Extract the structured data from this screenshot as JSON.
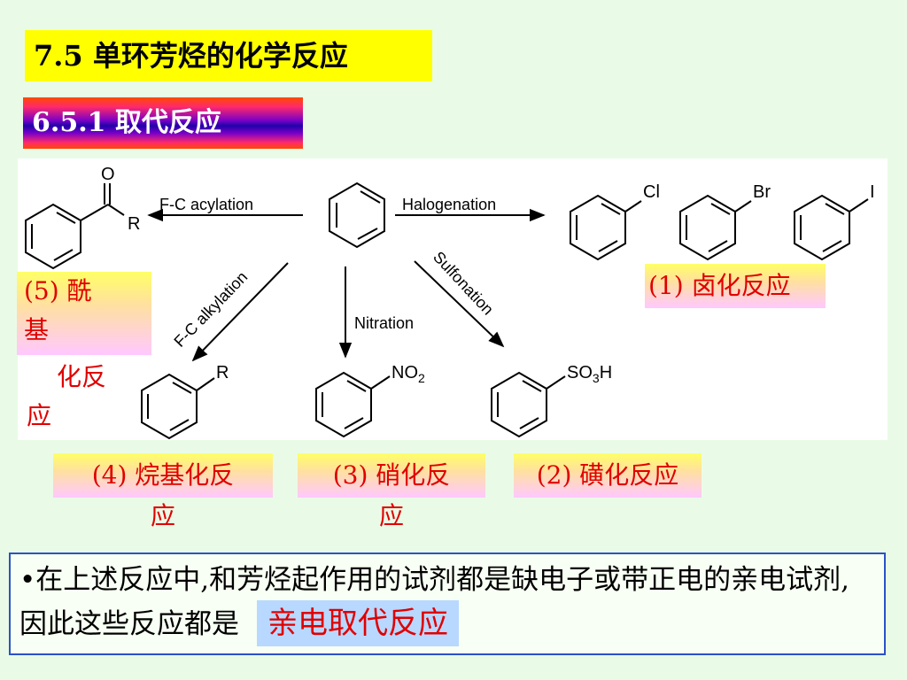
{
  "title": "7.5 单环芳烃的化学反应",
  "subtitle": "6.5.1 取代反应",
  "scheme": {
    "reactions": {
      "acylation": "F-C acylation",
      "halogenation": "Halogenation",
      "alkylation": "F-C alkylation",
      "nitration": "Nitration",
      "sulfonation": "Sulfonation"
    },
    "atoms": {
      "oxygen": "O",
      "r_acyl": "R",
      "cl": "Cl",
      "br": "Br",
      "i": "I",
      "r_alkyl": "R",
      "no2_main": "NO",
      "no2_sub": "2",
      "so3h_a": "SO",
      "so3h_sub": "3",
      "so3h_b": "H"
    }
  },
  "labels": {
    "acylation_line1": "(5) 酰",
    "acylation_line2": "基",
    "acylation_line3": "化反",
    "acylation_line4": "应",
    "halogenation": "(1) 卤化反应",
    "alkylation_line1": "(4) 烷基化反",
    "alkylation_line2": "应",
    "nitration_line1": "(3) 硝化反",
    "nitration_line2": "应",
    "sulfonation": "(2) 磺化反应"
  },
  "note": {
    "text": "•在上述反应中,和芳烃起作用的试剂都是缺电子或带正电的亲电试剂,因此这些反应都是",
    "highlight": "亲电取代反应"
  }
}
